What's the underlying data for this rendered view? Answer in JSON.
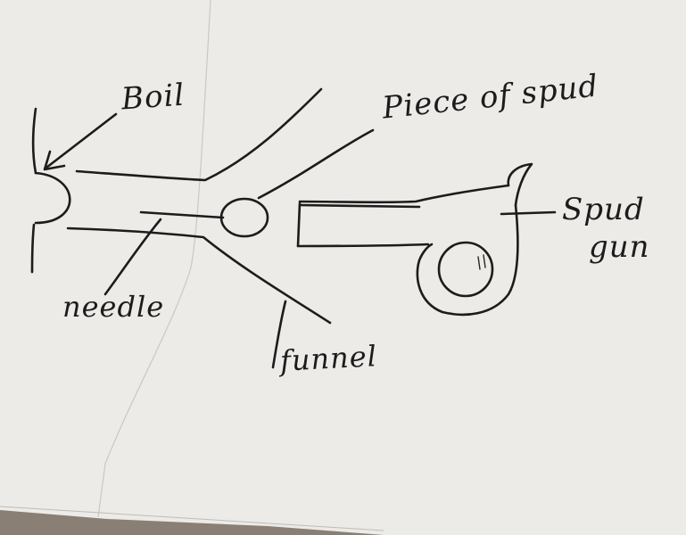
{
  "labels": {
    "boil": "Boil",
    "piece_of_spud": "Piece of spud",
    "spud_gun_line1": "Spud",
    "spud_gun_line2": "gun",
    "needle": "needle",
    "funnel": "funnel"
  },
  "colors": {
    "paper": "#ecebe7",
    "ink": "#1e1b1c",
    "table": "#8a7f75"
  }
}
